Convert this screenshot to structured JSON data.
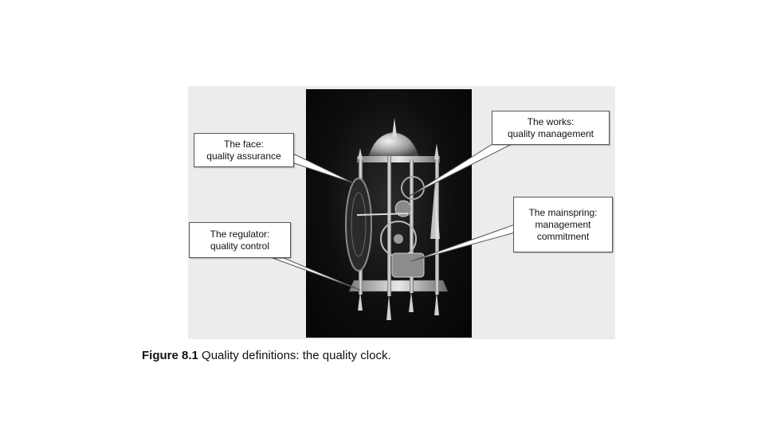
{
  "callouts": {
    "face": {
      "line1": "The face:",
      "line2": "quality assurance"
    },
    "works": {
      "line1": "The works:",
      "line2": "quality management"
    },
    "mainspring": {
      "line1": "The mainspring:",
      "line2": "management",
      "line3": "commitment"
    },
    "regulator": {
      "line1": "The regulator:",
      "line2": "quality control"
    }
  },
  "caption": {
    "label": "Figure 8.1",
    "text": "Quality definitions: the quality clock."
  },
  "colors": {
    "photo_background": "#0e0e0e",
    "metal": "#d0d0d0",
    "callout_border": "#555555"
  }
}
